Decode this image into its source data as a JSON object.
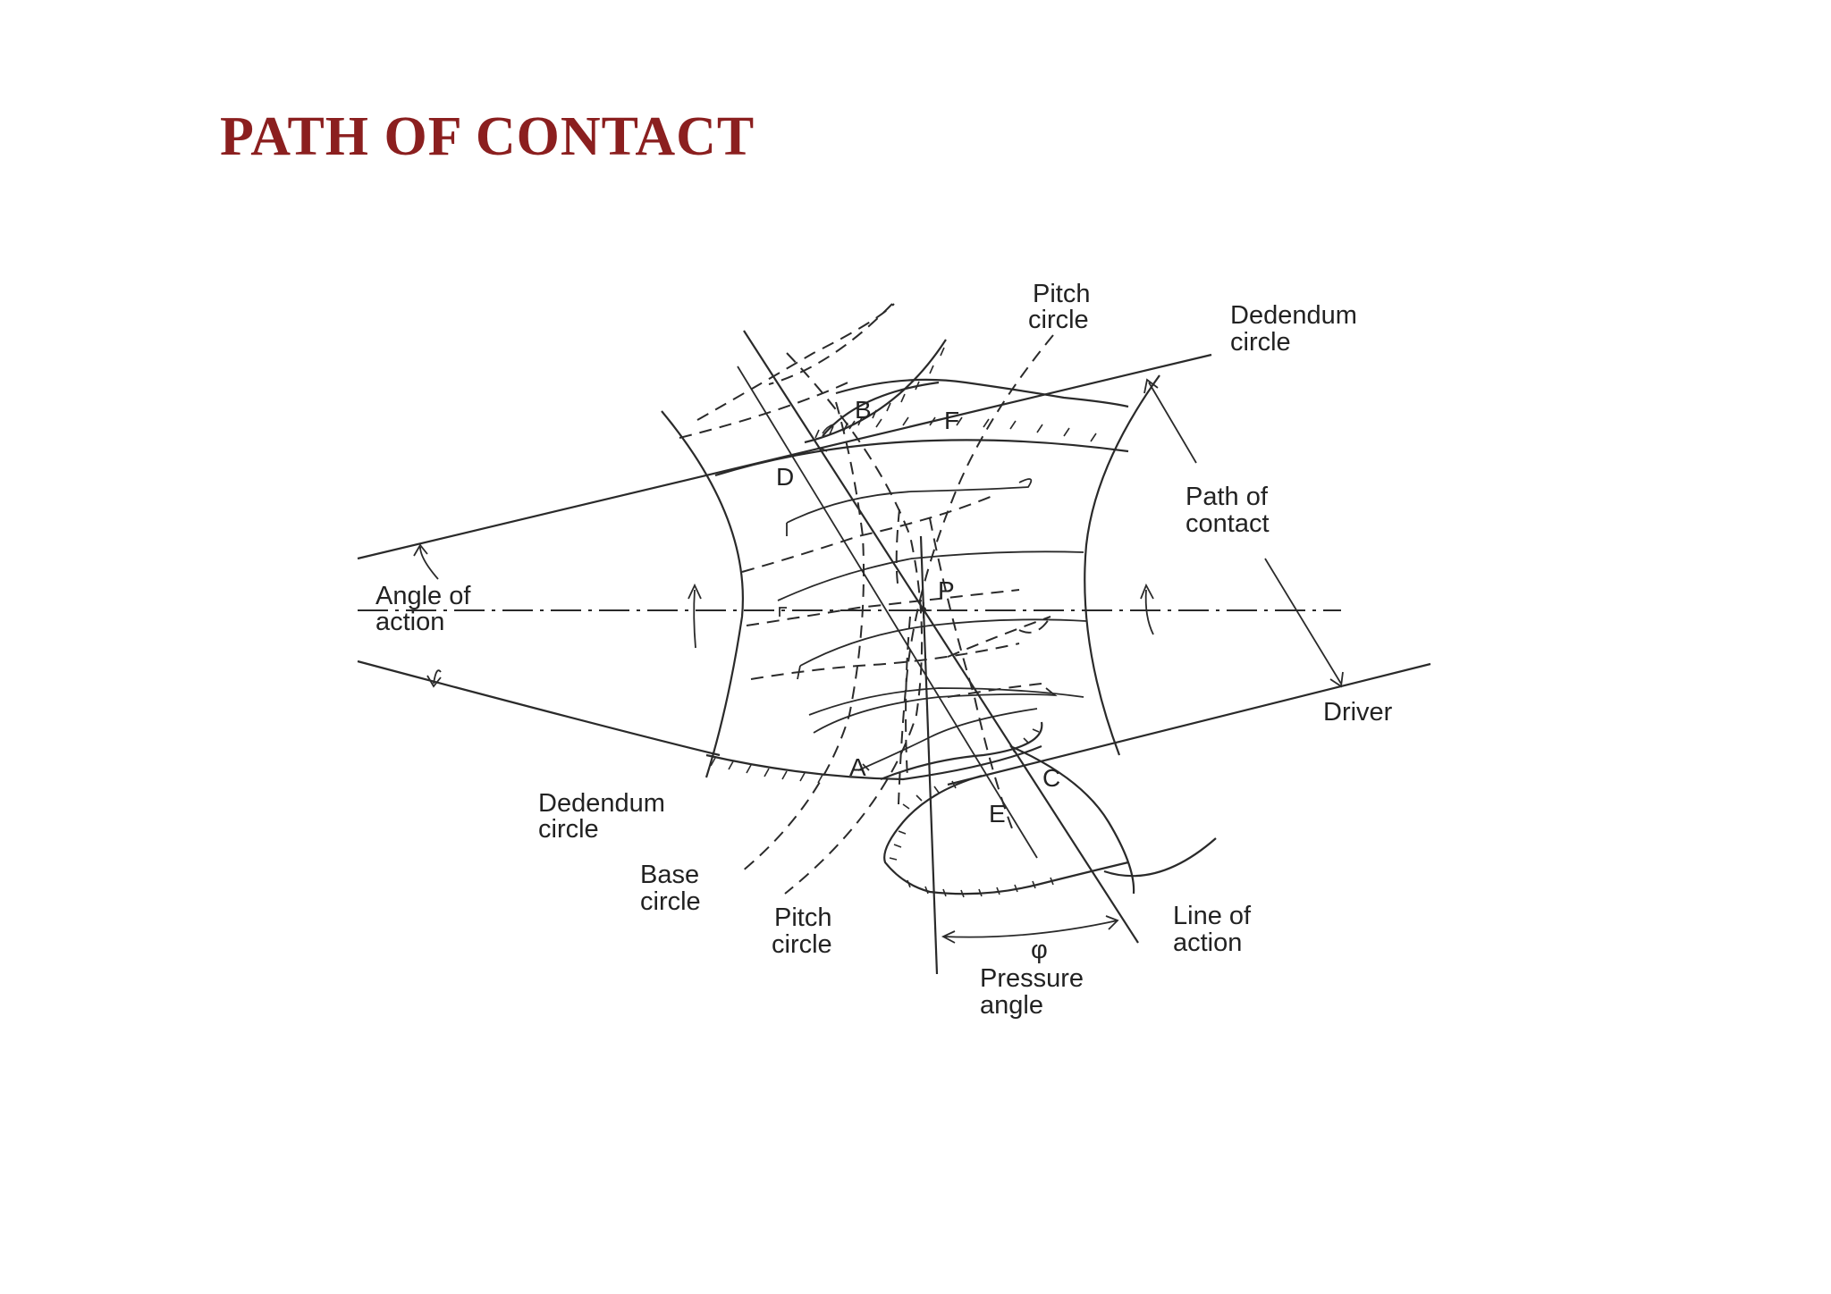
{
  "page": {
    "title": "PATH OF CONTACT"
  },
  "diagram": {
    "labels": {
      "pitch_circle_top": [
        "Pitch",
        "circle"
      ],
      "dedendum_circle_top": [
        "Dedendum",
        "circle"
      ],
      "path_of_contact": [
        "Path of",
        "contact"
      ],
      "angle_of_action": [
        "Angle of",
        "action"
      ],
      "driver": "Driver",
      "dedendum_circle_bottom": [
        "Dedendum",
        "circle"
      ],
      "base_circle": [
        "Base",
        "circle"
      ],
      "pitch_circle_bottom": [
        "Pitch",
        "circle"
      ],
      "line_of_action": [
        "Line of",
        "action"
      ],
      "phi": "φ",
      "pressure_angle": [
        "Pressure",
        "angle"
      ]
    },
    "points": {
      "B": "B",
      "F": "F",
      "D": "D",
      "P": "P",
      "A": "A",
      "C": "C",
      "E": "E"
    }
  }
}
